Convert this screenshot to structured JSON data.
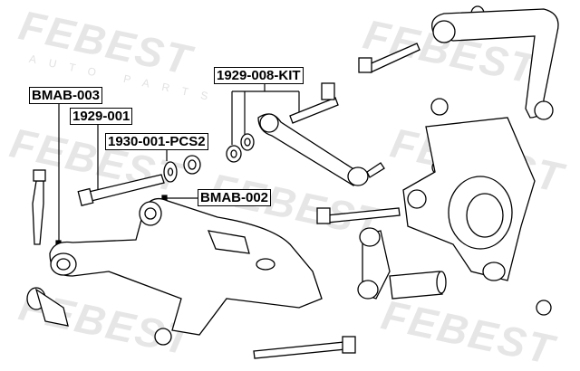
{
  "watermark": {
    "brand": "FEBEST",
    "tagline": "AUTO PARTS"
  },
  "labels": {
    "bmab003": "BMAB-003",
    "p1929001": "1929-001",
    "p1930001": "1930-001-PCS2",
    "bmab002": "BMAB-002",
    "kit": "1929-008-KIT"
  }
}
